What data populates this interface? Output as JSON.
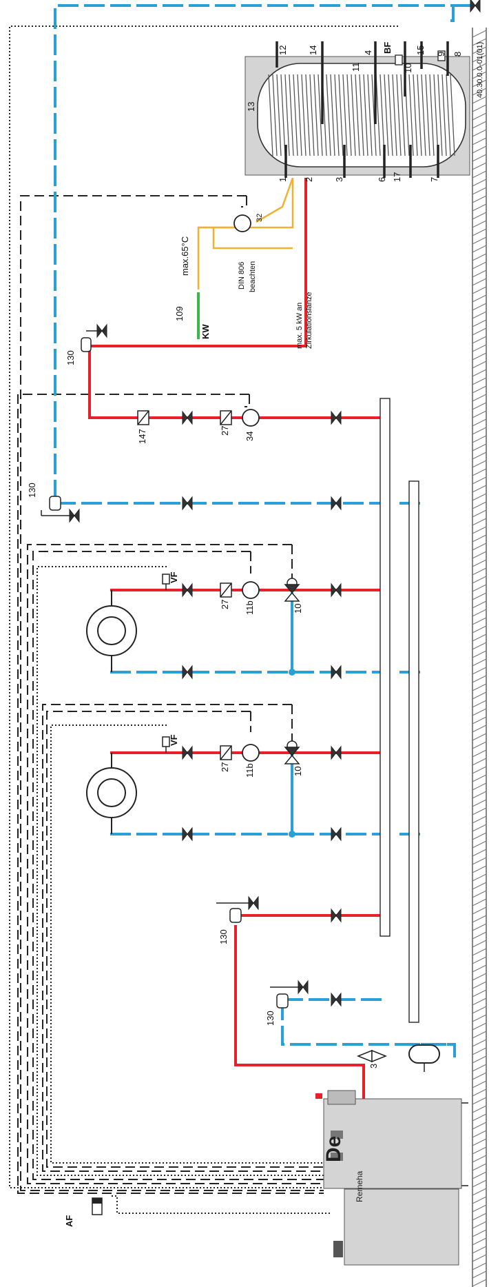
{
  "diagram": {
    "drawing_number": "40.30.0.0-01(01)",
    "boiler_brand": "Remeha",
    "boiler_logo": "De",
    "tank_connections": {
      "c1": "1",
      "c2": "2",
      "c3": "3",
      "c4": "4",
      "c6": "6",
      "c7": "7",
      "c8": "8",
      "c9": "9",
      "c10": "10",
      "c11": "11",
      "c12": "12",
      "c13": "13",
      "c14": "14",
      "c15": "15",
      "c17": "17",
      "bf": "BF"
    },
    "components": {
      "c32": "32",
      "c109": "109",
      "c130": "130",
      "c147": "147",
      "c27": "27",
      "c34": "34",
      "c11b": "11b",
      "c10": "10",
      "c3": "3"
    },
    "labels": {
      "max_temp": "max.65°C",
      "din1": "DIN 806",
      "din2": "beachten",
      "kw": "KW",
      "circ1": "max. 5 kW an",
      "circ2": "Zirkulationslanze",
      "vf": "VF",
      "af": "AF"
    },
    "colors": {
      "flow": "#e8202a",
      "return": "#2aa0d8",
      "cold_water": "#3cb54a",
      "dhw": "#f0b030",
      "control": "#222222",
      "panel": "#d4d4d4"
    }
  }
}
